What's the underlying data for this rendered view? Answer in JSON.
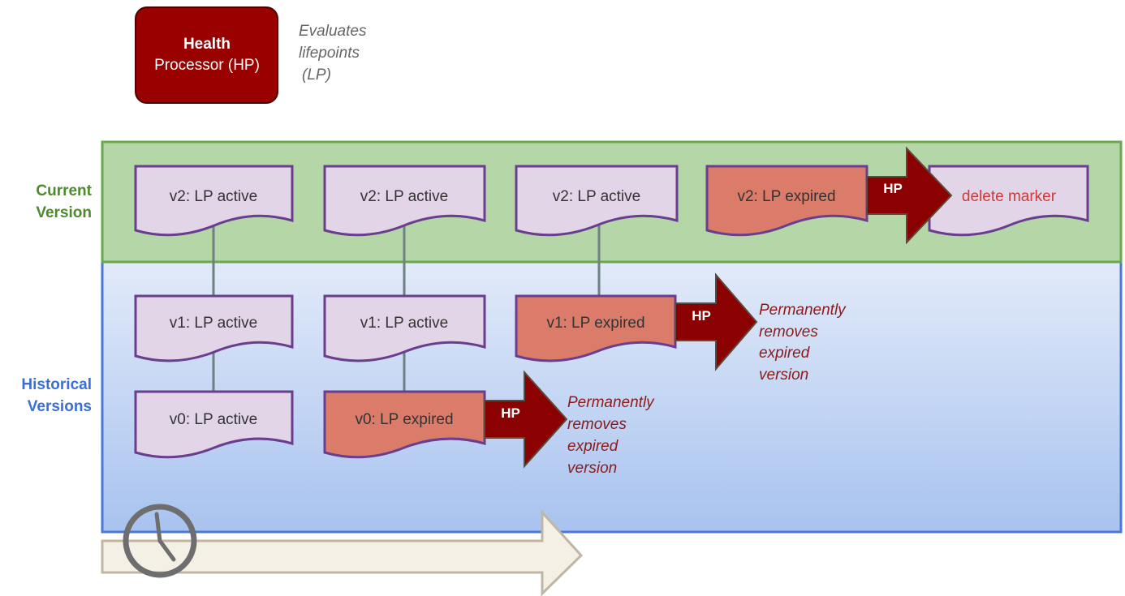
{
  "legend": {
    "processor_line1": "Health",
    "processor_line2": "Processor (HP)",
    "desc_line1": "Evaluates",
    "desc_line2": "lifepoints",
    "desc_line3": "(LP)"
  },
  "lanes": {
    "current_line1": "Current",
    "current_line2": "Version",
    "historical_line1": "Historical",
    "historical_line2": "Versions"
  },
  "docs": {
    "c1": "v2: LP active",
    "c2": "v2: LP active",
    "c3": "v2: LP active",
    "c4": "v2: LP expired",
    "c5": "delete marker",
    "h1a": "v1: LP active",
    "h1b": "v1: LP active",
    "h1c": "v1: LP expired",
    "h0a": "v0: LP active",
    "h0b": "v0: LP expired"
  },
  "arrows": {
    "hp1": "HP",
    "hp2": "HP",
    "hp3": "HP"
  },
  "notes": {
    "n1_l1": "Permanently",
    "n1_l2": "removes",
    "n1_l3": "expired",
    "n1_l4": "version",
    "n2_l1": "Permanently",
    "n2_l2": "removes",
    "n2_l3": "expired",
    "n2_l4": "version"
  },
  "colors": {
    "processor": "#990000",
    "current_lane": "#b5d6a7",
    "historical_lane_top": "#dfe8f8",
    "historical_lane_bottom": "#a9c4f0",
    "doc_active": "#e1d5e7",
    "doc_expired": "#db7b6a",
    "doc_border": "#6a3d8e",
    "hp_arrow": "#8b0000",
    "timeline": "#f5f0e6"
  }
}
